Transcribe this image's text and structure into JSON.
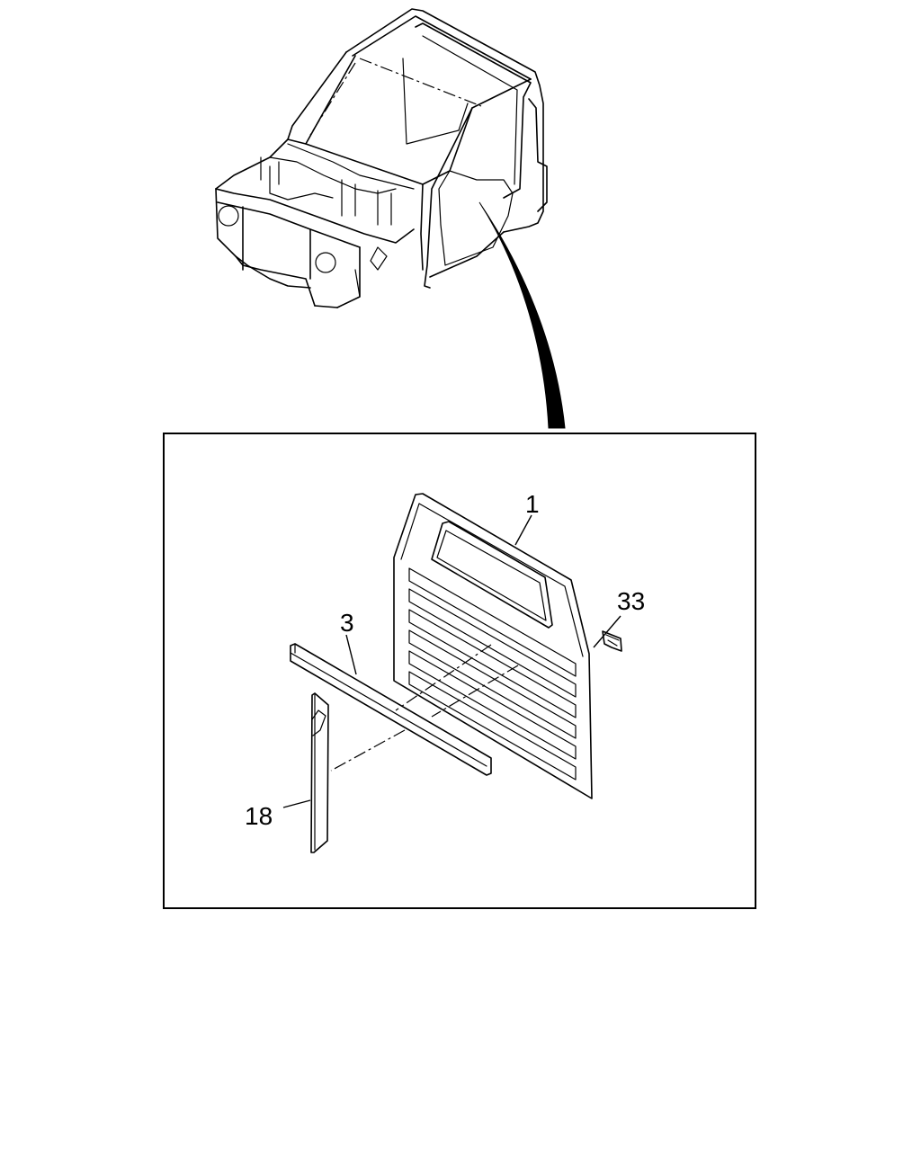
{
  "diagram": {
    "callouts": [
      {
        "id": "panel",
        "label": "1"
      },
      {
        "id": "rail",
        "label": "3"
      },
      {
        "id": "clip",
        "label": "33"
      },
      {
        "id": "pillar",
        "label": "18"
      }
    ]
  }
}
